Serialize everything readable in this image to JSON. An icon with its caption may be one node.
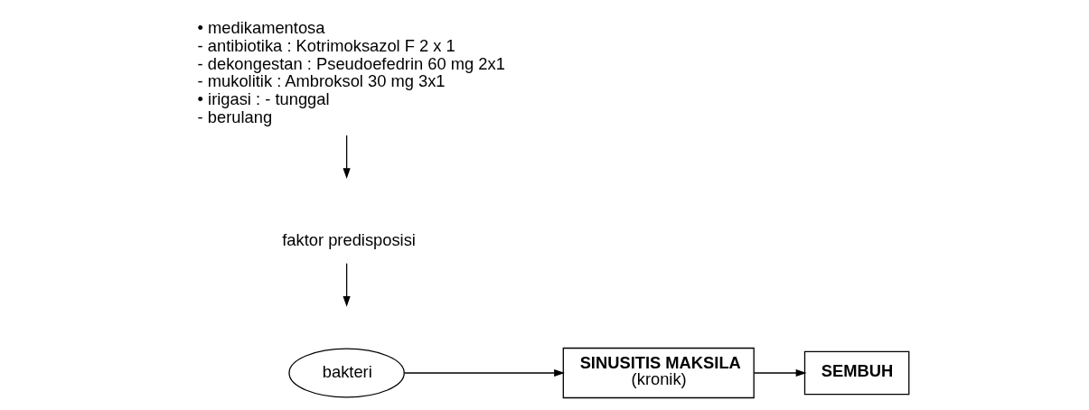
{
  "diagram": {
    "nodes": [
      {
        "text": [
          "bakteri"
        ]
      },
      {
        "text": [
          "SINUSITIS MAKSILA",
          "(kronik)"
        ]
      },
      {
        "text": [
          "SEMBUH"
        ]
      },
      {
        "text": [
          "faktor predisposisi"
        ]
      },
      {
        "text": [
          "• medikamentosa",
          "- antibiotika : Kotrimoksazol F 2 x 1",
          "- dekongestan : Pseudoefedrin 60 mg 2x1",
          "- mukolitik : Ambroksol 30 mg 3x1",
          "• irigasi : - tunggal",
          "- berulang"
        ]
      }
    ],
    "edges": [
      {
        "from": 0,
        "to": 1,
        "arrow": "to"
      },
      {
        "from": 1,
        "to": 2,
        "arrow": "to"
      },
      {
        "from": 3,
        "to": null,
        "arrow": "to"
      },
      {
        "from": 4,
        "to": null,
        "arrow": "to"
      }
    ]
  }
}
